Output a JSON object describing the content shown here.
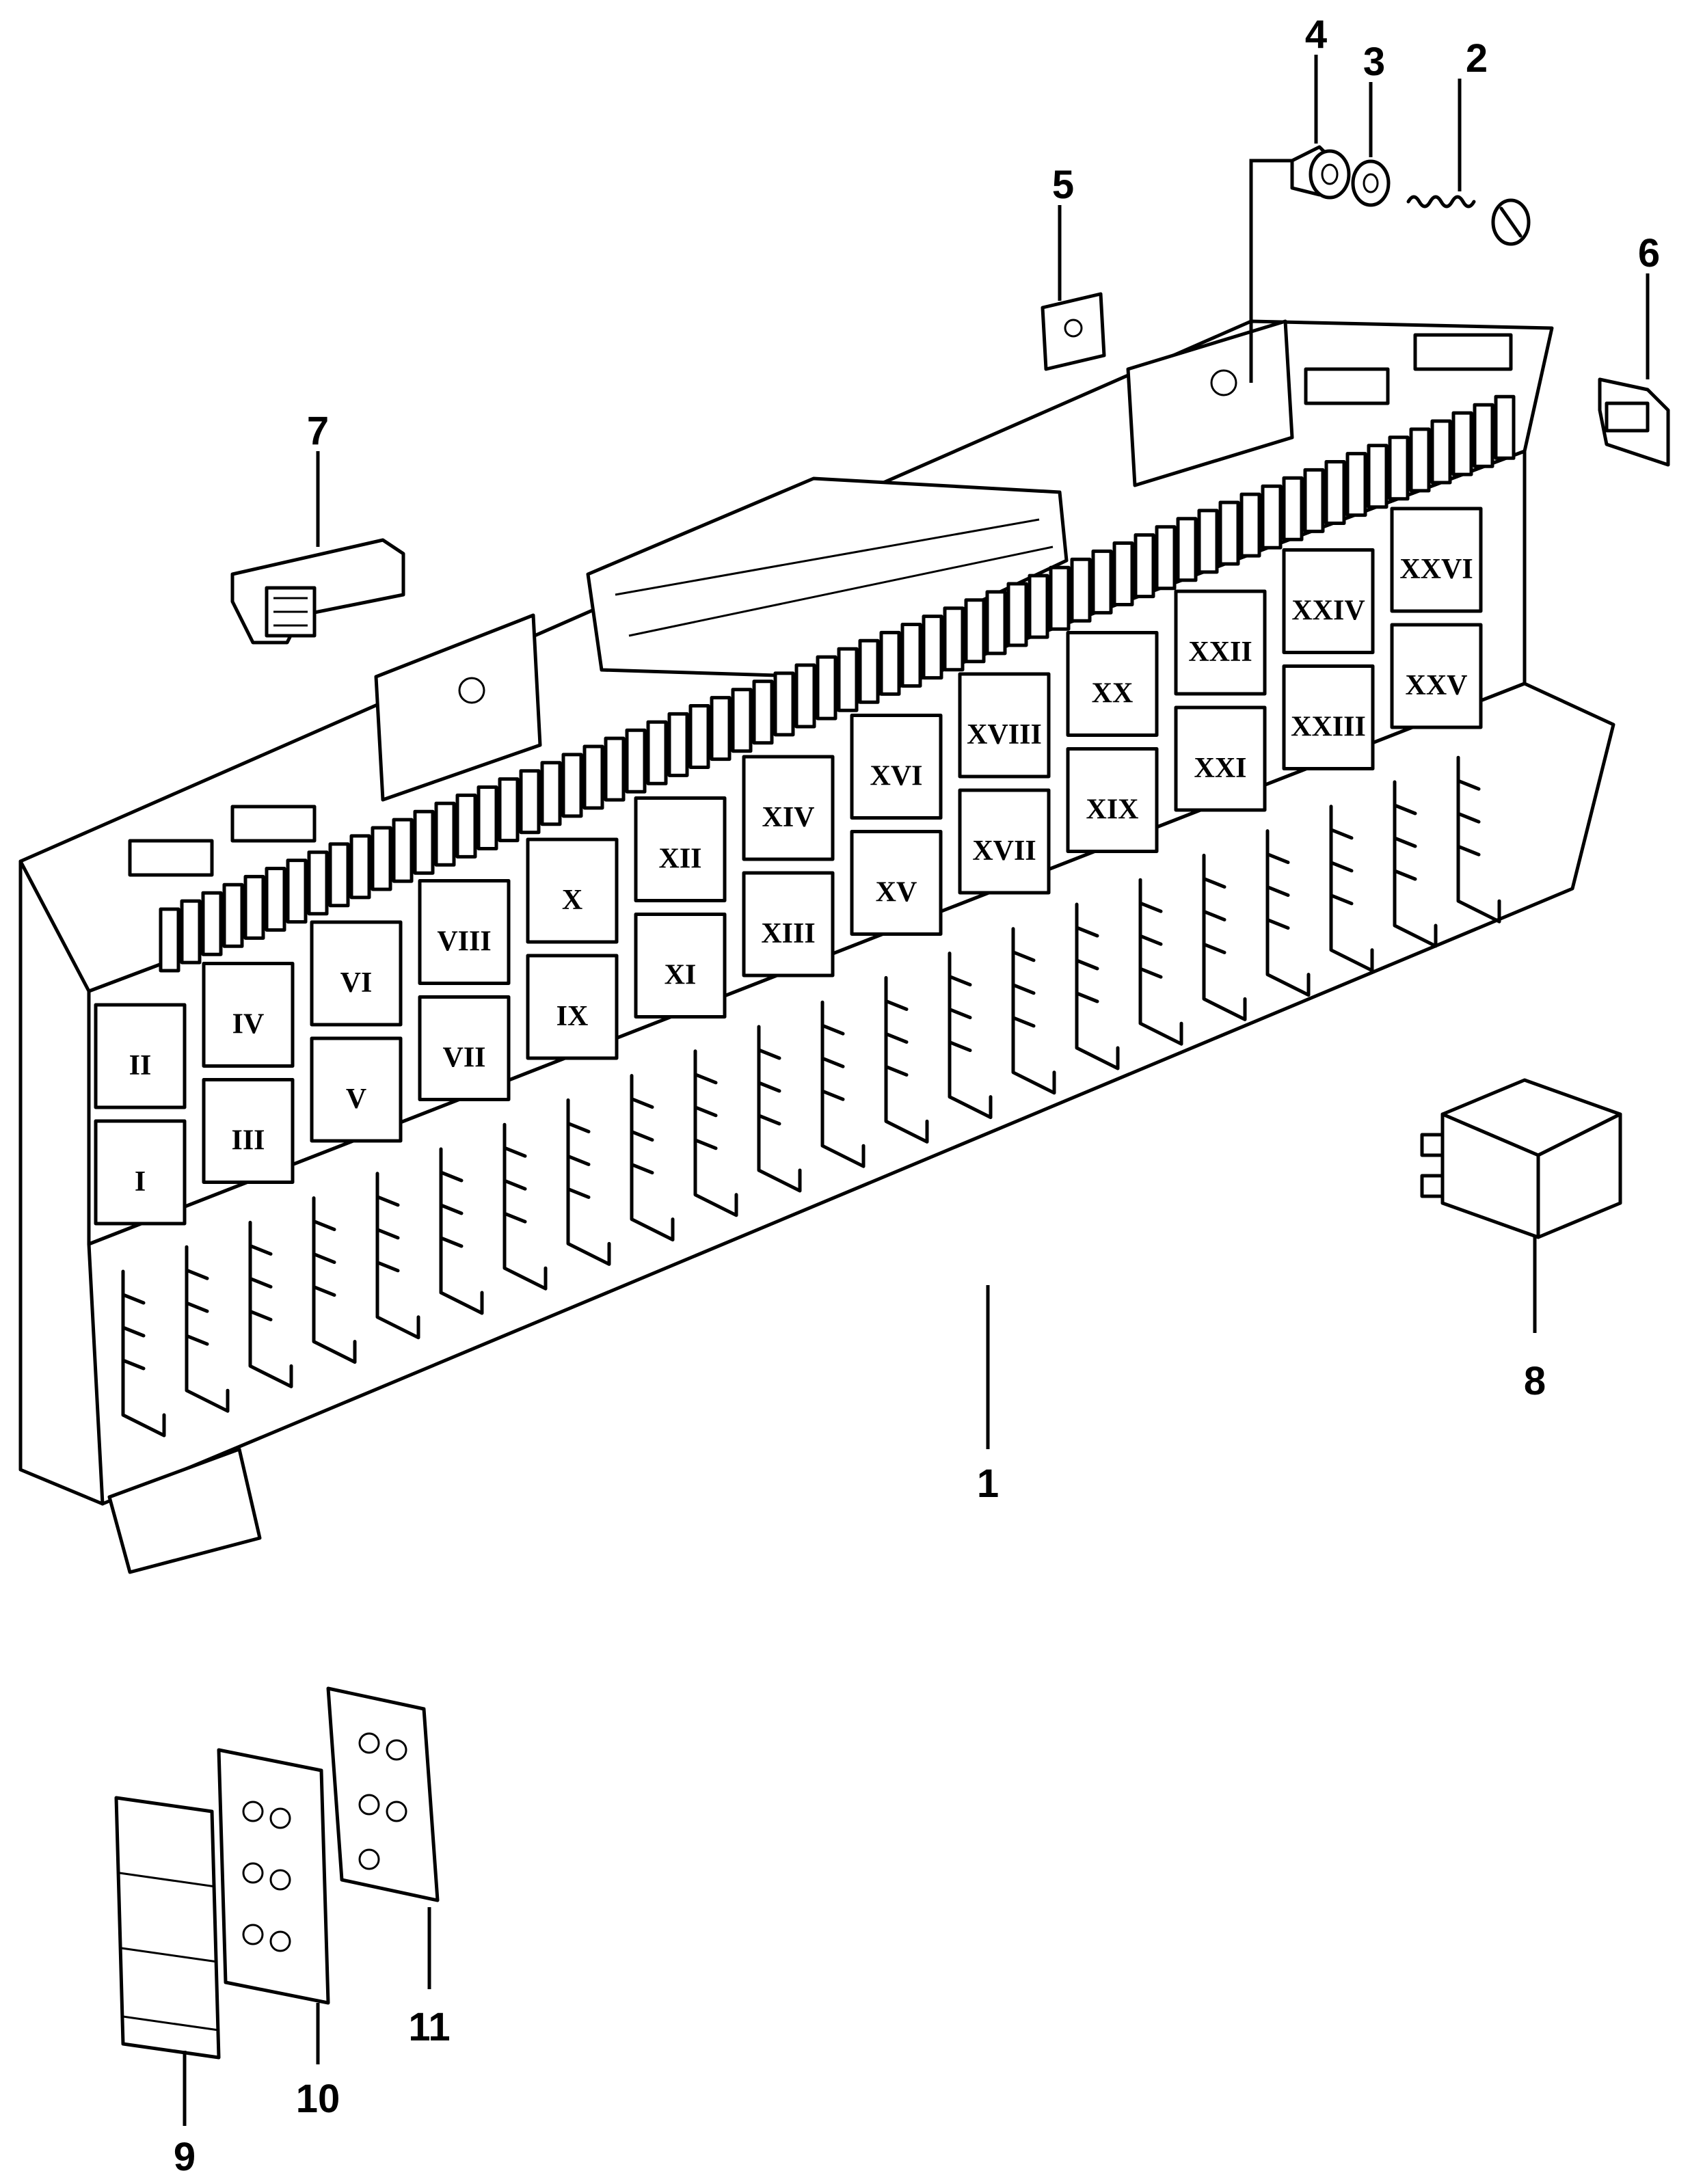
{
  "callouts": [
    {
      "id": "1",
      "label": "1"
    },
    {
      "id": "2",
      "label": "2"
    },
    {
      "id": "3",
      "label": "3"
    },
    {
      "id": "4",
      "label": "4"
    },
    {
      "id": "5",
      "label": "5"
    },
    {
      "id": "6",
      "label": "6"
    },
    {
      "id": "7",
      "label": "7"
    },
    {
      "id": "8",
      "label": "8"
    },
    {
      "id": "9",
      "label": "9"
    },
    {
      "id": "10",
      "label": "10"
    },
    {
      "id": "11",
      "label": "11"
    }
  ],
  "relay_positions": [
    "I",
    "II",
    "III",
    "IV",
    "V",
    "VI",
    "VII",
    "VIII",
    "IX",
    "X",
    "XI",
    "XII",
    "XIII",
    "XIV",
    "XV",
    "XVI",
    "XVII",
    "XVIII",
    "XIX",
    "XX",
    "XXI",
    "XXII",
    "XXIII",
    "XXIV",
    "XXV",
    "XXVI"
  ]
}
